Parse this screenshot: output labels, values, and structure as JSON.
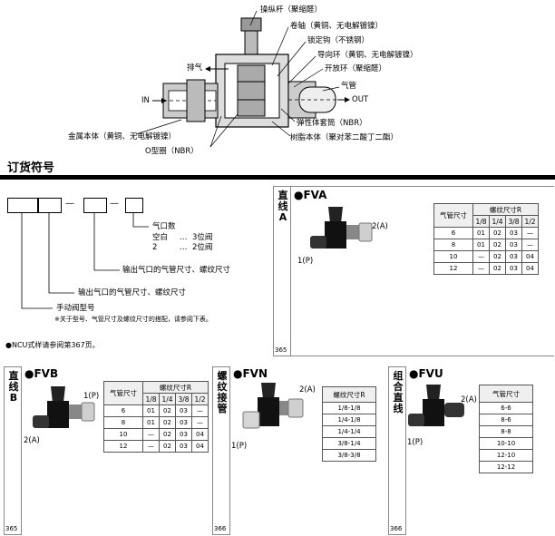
{
  "diagram": {
    "labels": {
      "lever": "操纵杆（聚缩醛）",
      "shaft": "卷轴（黄铜、无电解镀镍）",
      "lock_pin": "锁定钩（不锈钢）",
      "guide_ring": "导向环（黄铜、无电解镀镍）",
      "release_ring": "开放环（聚缩醛）",
      "exhaust": "排气",
      "tube": "气管",
      "in": "IN",
      "out": "OUT",
      "elastic_sleeve": "弹性体套筒（NBR）",
      "metal_body": "金属本体（黄铜、无电解镀镍）",
      "resin_body": "树脂本体（聚对苯二酸丁二酯）",
      "o_ring": "O型圈（NBR）"
    }
  },
  "order": {
    "title": "订货符号",
    "dash1": "—",
    "dash2": "—",
    "port_count_label": "气口数",
    "port_blank": "空白",
    "port_blank_desc": "3位阀",
    "port_2": "2",
    "port_2_desc": "2位阀",
    "output_label": "输出气口的气管尺寸、螺纹尺寸",
    "input_label": "输出气口的气管尺寸、螺纹尺寸",
    "model_label": "手动阀型号",
    "model_note": "※关于型号、气管尺寸及螺纹尺寸的搭配，请参阅下表。",
    "ncu_note": "●NCU式样请参阅第367页。"
  },
  "fva": {
    "tab": "直线A",
    "page": "365",
    "title": "●FVA",
    "port2": "2(A)",
    "port1": "1(P)",
    "table": {
      "col_tube": "气管尺寸",
      "col_thread": "螺纹尺寸R",
      "sizes": [
        "1/8",
        "1/4",
        "3/8",
        "1/2"
      ],
      "rows": [
        {
          "tube": "6",
          "cells": [
            "01",
            "02",
            "03",
            "—"
          ]
        },
        {
          "tube": "8",
          "cells": [
            "01",
            "02",
            "03",
            "—"
          ]
        },
        {
          "tube": "10",
          "cells": [
            "—",
            "02",
            "03",
            "04"
          ]
        },
        {
          "tube": "12",
          "cells": [
            "—",
            "02",
            "03",
            "04"
          ]
        }
      ]
    }
  },
  "fvb": {
    "tab": "直线B",
    "page": "365",
    "title": "●FVB",
    "port2": "2(A)",
    "port1": "1(P)",
    "table": {
      "col_tube": "气管尺寸",
      "col_thread": "螺纹尺寸R",
      "sizes": [
        "1/8",
        "1/4",
        "3/8",
        "1/2"
      ],
      "rows": [
        {
          "tube": "6",
          "cells": [
            "01",
            "02",
            "03",
            "—"
          ]
        },
        {
          "tube": "8",
          "cells": [
            "01",
            "02",
            "03",
            "—"
          ]
        },
        {
          "tube": "10",
          "cells": [
            "—",
            "02",
            "03",
            "04"
          ]
        },
        {
          "tube": "12",
          "cells": [
            "—",
            "02",
            "03",
            "04"
          ]
        }
      ]
    }
  },
  "fvn": {
    "tab": "螺纹接管",
    "page": "366",
    "title": "●FVN",
    "port2": "2(A)",
    "port1": "1(P)",
    "table": {
      "col": "螺纹尺寸R",
      "rows": [
        "1/8-1/8",
        "1/4-1/8",
        "1/4-1/4",
        "3/8-1/4",
        "3/8-3/8"
      ]
    }
  },
  "fvu": {
    "tab": "组合直线",
    "page": "366",
    "title": "●FVU",
    "port2": "2(A)",
    "port1": "1(P)",
    "table": {
      "col": "气管尺寸",
      "rows": [
        "6-6",
        "8-6",
        "8-8",
        "10-10",
        "12-10",
        "12-12"
      ]
    }
  }
}
